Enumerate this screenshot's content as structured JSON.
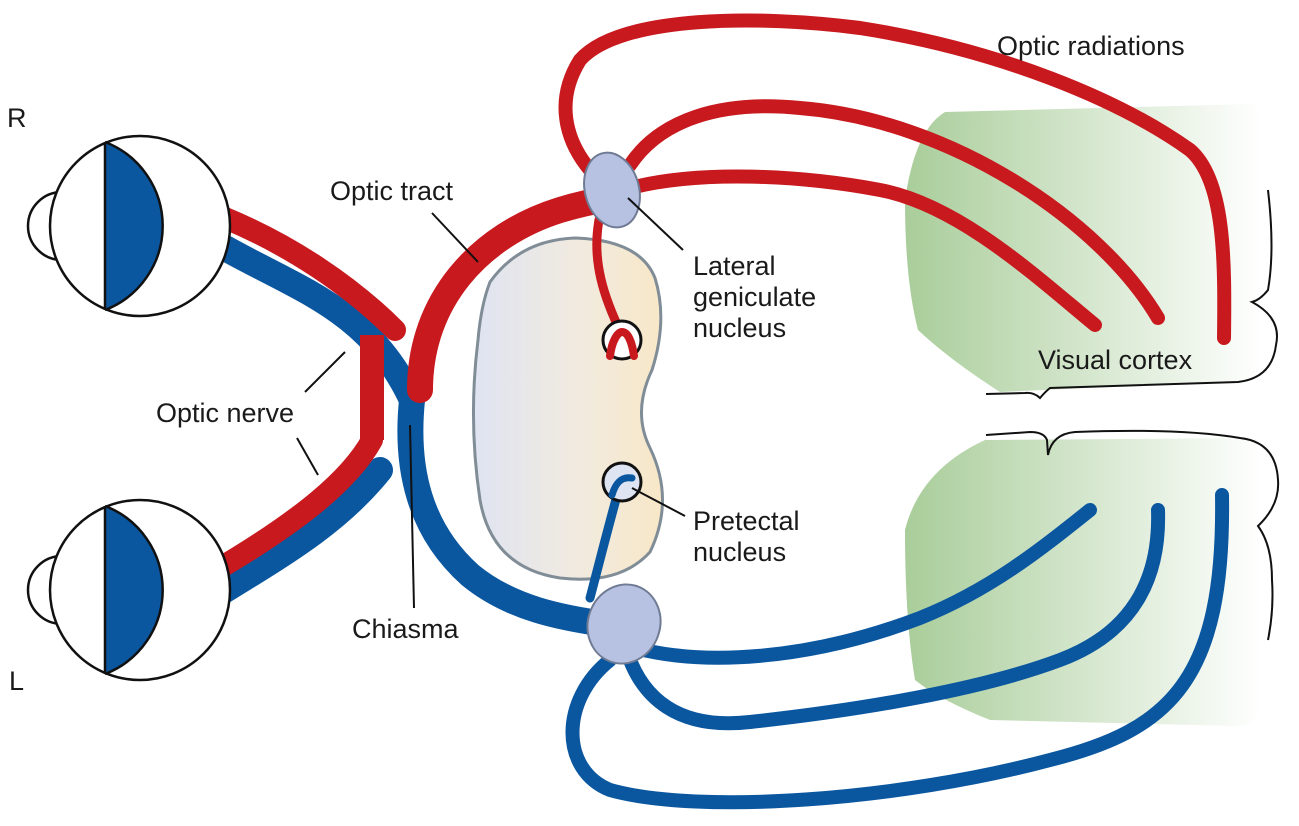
{
  "labels": {
    "right_eye": "R",
    "left_eye": "L",
    "optic_tract": "Optic tract",
    "optic_nerve": "Optic nerve",
    "chiasma": "Chiasma",
    "lgn_line1": "Lateral",
    "lgn_line2": "geniculate",
    "lgn_line3": "nucleus",
    "pretectal_line1": "Pretectal",
    "pretectal_line2": "nucleus",
    "optic_radiations": "Optic radiations",
    "visual_cortex": "Visual cortex"
  },
  "colors": {
    "right_pathway": "#c8191e",
    "left_pathway": "#0a57a0",
    "retina_fill": "#0a57a0",
    "lgn_fill": "#b7c2e2",
    "cortex_green": "#a9cd9a",
    "midbrain_left": "#dfe4f2",
    "midbrain_right": "#f8e8c8"
  }
}
